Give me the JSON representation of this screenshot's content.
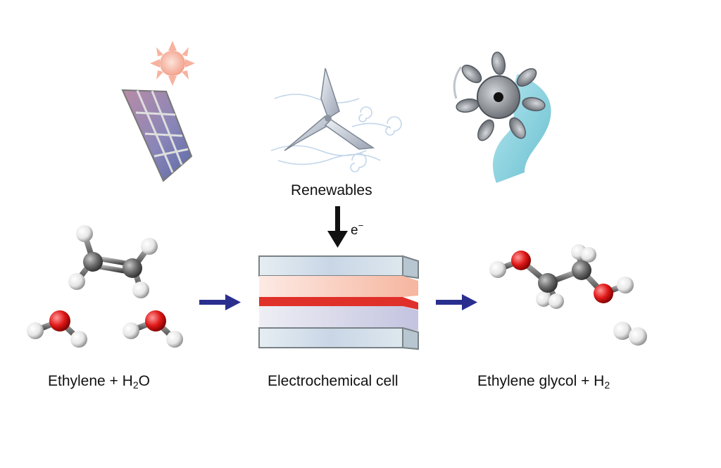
{
  "labels": {
    "renewables": "Renewables",
    "electron": "e",
    "electron_charge": "−",
    "reactants_main": "Ethylene + H",
    "reactants_sub": "2",
    "reactants_tail": "O",
    "cell": "Electrochemical cell",
    "products_main": "Ethylene glycol + H",
    "products_sub": "2"
  },
  "colors": {
    "arrow_blue": "#2a2f8f",
    "arrow_black": "#111111",
    "oxygen": "#e01818",
    "carbon": "#6f6f6f",
    "hydrogen": "#f2f2f2",
    "membrane": "#e0302a",
    "electrode": "#cfe0e8"
  },
  "icons": [
    "sun-icon",
    "solar-panel-icon",
    "wind-turbine-icon",
    "water-turbine-icon"
  ]
}
